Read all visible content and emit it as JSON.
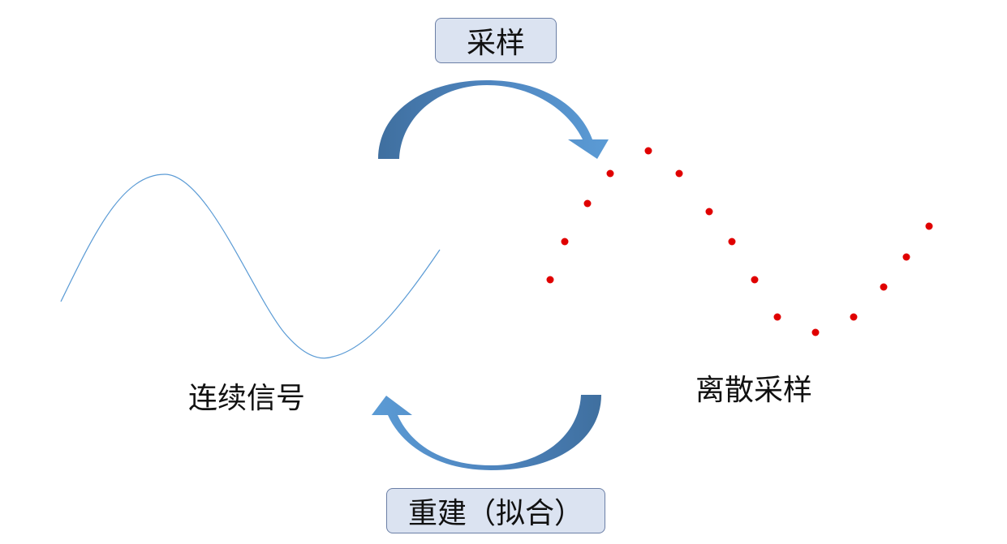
{
  "sampling_box": {
    "label": "采样"
  },
  "reconstruction_box": {
    "label": "重建（拟合）"
  },
  "continuous_signal": {
    "label": "连续信号"
  },
  "discrete_samples": {
    "label": "离散采样"
  },
  "colors": {
    "curve": "#5b9bd5",
    "samples": "#e00000",
    "arrow_light": "#5b9bd5",
    "arrow_dark": "#3f6f9f",
    "box_fill": "#dbe3f1",
    "box_border": "#6b7fa6"
  }
}
